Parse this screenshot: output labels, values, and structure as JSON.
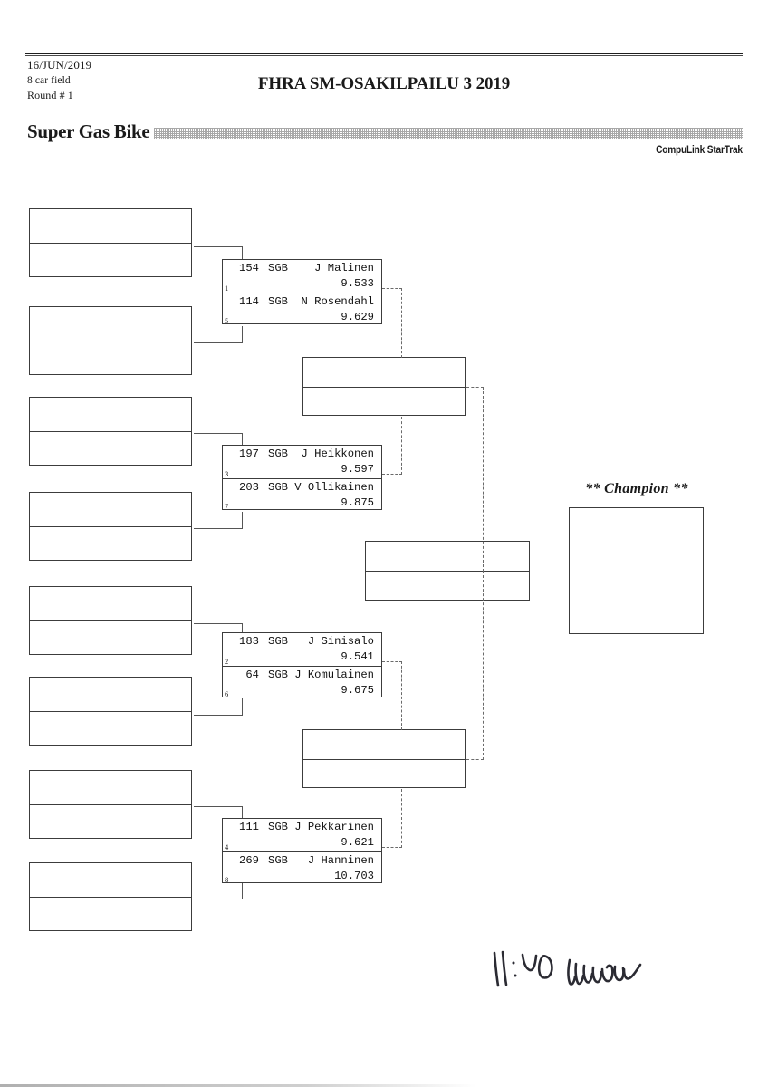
{
  "header": {
    "date": "16/JUN/2019",
    "field": "8 car field",
    "round": "Round # 1",
    "event_title": "FHRA SM-OSAKILPAILU 3 2019",
    "class_name": "Super Gas Bike",
    "vendor": "CompuLink StarTrak"
  },
  "champion": {
    "label": "** Champion **",
    "winner": ""
  },
  "annotation": {
    "handwritten": "11:40"
  },
  "bracket": {
    "round1_matches": [
      {
        "top": {
          "number": "154",
          "class": "SGB",
          "driver": "J Malinen",
          "et": "9.533",
          "lane": "1"
        },
        "bottom": {
          "number": "114",
          "class": "SGB",
          "driver": "N Rosendahl",
          "et": "9.629",
          "lane": "5"
        }
      },
      {
        "top": {
          "number": "197",
          "class": "SGB",
          "driver": "J Heikkonen",
          "et": "9.597",
          "lane": "3"
        },
        "bottom": {
          "number": "203",
          "class": "SGB",
          "driver": "V Ollikainen",
          "et": "9.875",
          "lane": "7"
        }
      },
      {
        "top": {
          "number": "183",
          "class": "SGB",
          "driver": "J Sinisalo",
          "et": "9.541",
          "lane": "2"
        },
        "bottom": {
          "number": "64",
          "class": "SGB",
          "driver": "J Komulainen",
          "et": "9.675",
          "lane": "6"
        }
      },
      {
        "top": {
          "number": "111",
          "class": "SGB",
          "driver": "J Pekkarinen",
          "et": "9.621",
          "lane": "4"
        },
        "bottom": {
          "number": "269",
          "class": "SGB",
          "driver": "J Hanninen",
          "et": "10.703",
          "lane": "8"
        }
      }
    ],
    "entry_boxes": [
      {
        "top": "",
        "bottom": ""
      },
      {
        "top": "",
        "bottom": ""
      },
      {
        "top": "",
        "bottom": ""
      },
      {
        "top": "",
        "bottom": ""
      },
      {
        "top": "",
        "bottom": ""
      },
      {
        "top": "",
        "bottom": ""
      },
      {
        "top": "",
        "bottom": ""
      },
      {
        "top": "",
        "bottom": ""
      }
    ],
    "round2_boxes": [
      {
        "top": "",
        "bottom": ""
      },
      {
        "top": "",
        "bottom": ""
      }
    ],
    "round3_boxes": [
      {
        "top": "",
        "bottom": ""
      }
    ]
  }
}
